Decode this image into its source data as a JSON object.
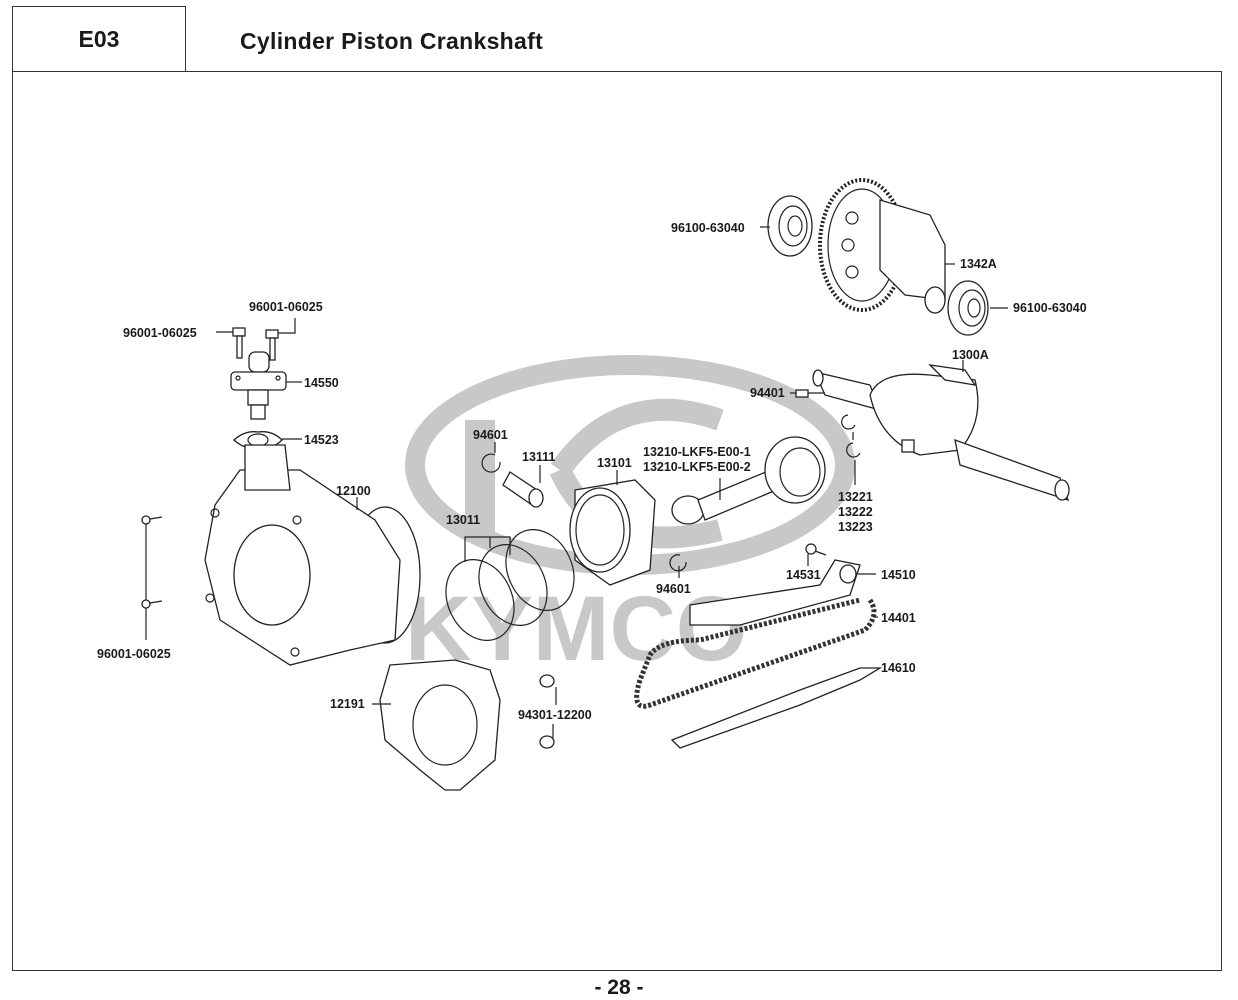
{
  "header": {
    "section_code": "E03",
    "title": "Cylinder  Piston  Crankshaft"
  },
  "watermark": {
    "brand": "KYMCO"
  },
  "parts": [
    {
      "id": "bearing-top",
      "label": "96100-63040"
    },
    {
      "id": "balancer",
      "label": "1342A"
    },
    {
      "id": "bearing-right",
      "label": "96100-63040"
    },
    {
      "id": "crankshaft",
      "label": "1300A"
    },
    {
      "id": "key",
      "label": "94401"
    },
    {
      "id": "bolt-tensioner-a",
      "label": "96001-06025"
    },
    {
      "id": "bolt-tensioner-b",
      "label": "96001-06025"
    },
    {
      "id": "tensioner",
      "label": "14550"
    },
    {
      "id": "tensioner-gasket",
      "label": "14523"
    },
    {
      "id": "clip-top",
      "label": "94601"
    },
    {
      "id": "piston-pin",
      "label": "13111"
    },
    {
      "id": "piston",
      "label": "13101"
    },
    {
      "id": "conrod-1",
      "label": "13210-LKF5-E00-1"
    },
    {
      "id": "conrod-2",
      "label": "13210-LKF5-E00-2"
    },
    {
      "id": "bearing-shell-1",
      "label": "13221"
    },
    {
      "id": "bearing-shell-2",
      "label": "13222"
    },
    {
      "id": "bearing-shell-3",
      "label": "13223"
    },
    {
      "id": "cylinder",
      "label": "12100"
    },
    {
      "id": "piston-rings",
      "label": "13011"
    },
    {
      "id": "clip-bottom",
      "label": "94601"
    },
    {
      "id": "guide-bolt",
      "label": "14531"
    },
    {
      "id": "tensioner-arm",
      "label": "14510"
    },
    {
      "id": "cam-chain",
      "label": "14401"
    },
    {
      "id": "chain-guide",
      "label": "14610"
    },
    {
      "id": "cylinder-bolts",
      "label": "96001-06025"
    },
    {
      "id": "cylinder-gasket",
      "label": "12191"
    },
    {
      "id": "dowel-pins",
      "label": "94301-12200"
    }
  ],
  "footer": {
    "page": "- 28 -"
  }
}
